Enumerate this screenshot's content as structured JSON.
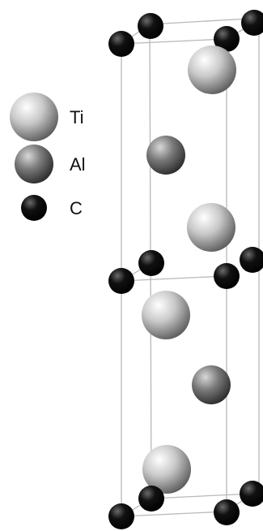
{
  "legend": {
    "items": [
      {
        "key": "ti",
        "label": "Ti",
        "colors": {
          "highlight": "#ffffff",
          "mid": "#c9c9c9",
          "shadow": "#5a5a5a"
        }
      },
      {
        "key": "al",
        "label": "Al",
        "colors": {
          "highlight": "#d8d8d8",
          "mid": "#7a7a7a",
          "shadow": "#2a2a2a"
        }
      },
      {
        "key": "c",
        "label": "C",
        "colors": {
          "highlight": "#6a6a6a",
          "mid": "#111111",
          "shadow": "#000000"
        }
      }
    ]
  }
}
